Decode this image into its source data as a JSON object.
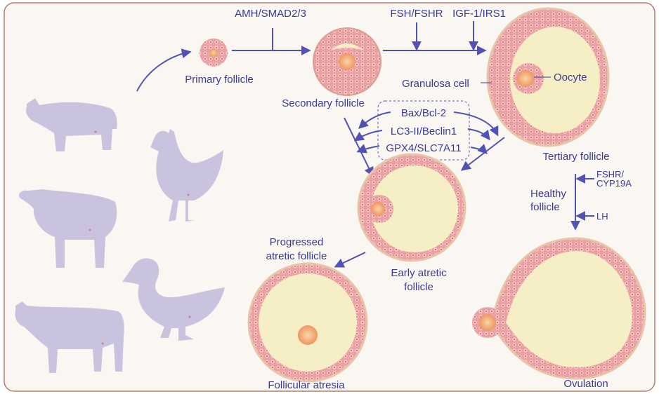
{
  "signals": {
    "amh": "AMH/SMAD2/3",
    "fsh": "FSH/FSHR",
    "igf": "IGF-1/IRS1",
    "apoptosis": "Bax/Bcl-2",
    "autophagy": "LC3-II/Beclin1",
    "ferroptosis": "GPX4/SLC7A11",
    "fshr_line1": "FSHR/",
    "fshr_line2": "CYP19A",
    "lh": "LH"
  },
  "stages": {
    "primary": "Primary follicle",
    "secondary": "Secondary follicle",
    "tertiary": "Tertiary follicle",
    "granulosa": "Granulosa cell",
    "oocyte": "Oocyte",
    "healthy_line1": "Healthy",
    "healthy_line2": "follicle",
    "early_atretic_line1": "Early atretic",
    "early_atretic_line2": "follicle",
    "progressed_line1": "Progressed",
    "progressed_line2": "atretic follicle",
    "atresia": "Follicular atresia",
    "ovulation": "Ovulation"
  },
  "animals": [
    "pig",
    "chicken",
    "sheep",
    "duck",
    "cow"
  ],
  "colors": {
    "text": "#3a3a96",
    "arrow": "#5252b4",
    "animal": "#c9c3df",
    "granulosa": "#e8969c",
    "antrum": "#f6eec4",
    "oocyte": "#f2a574"
  }
}
